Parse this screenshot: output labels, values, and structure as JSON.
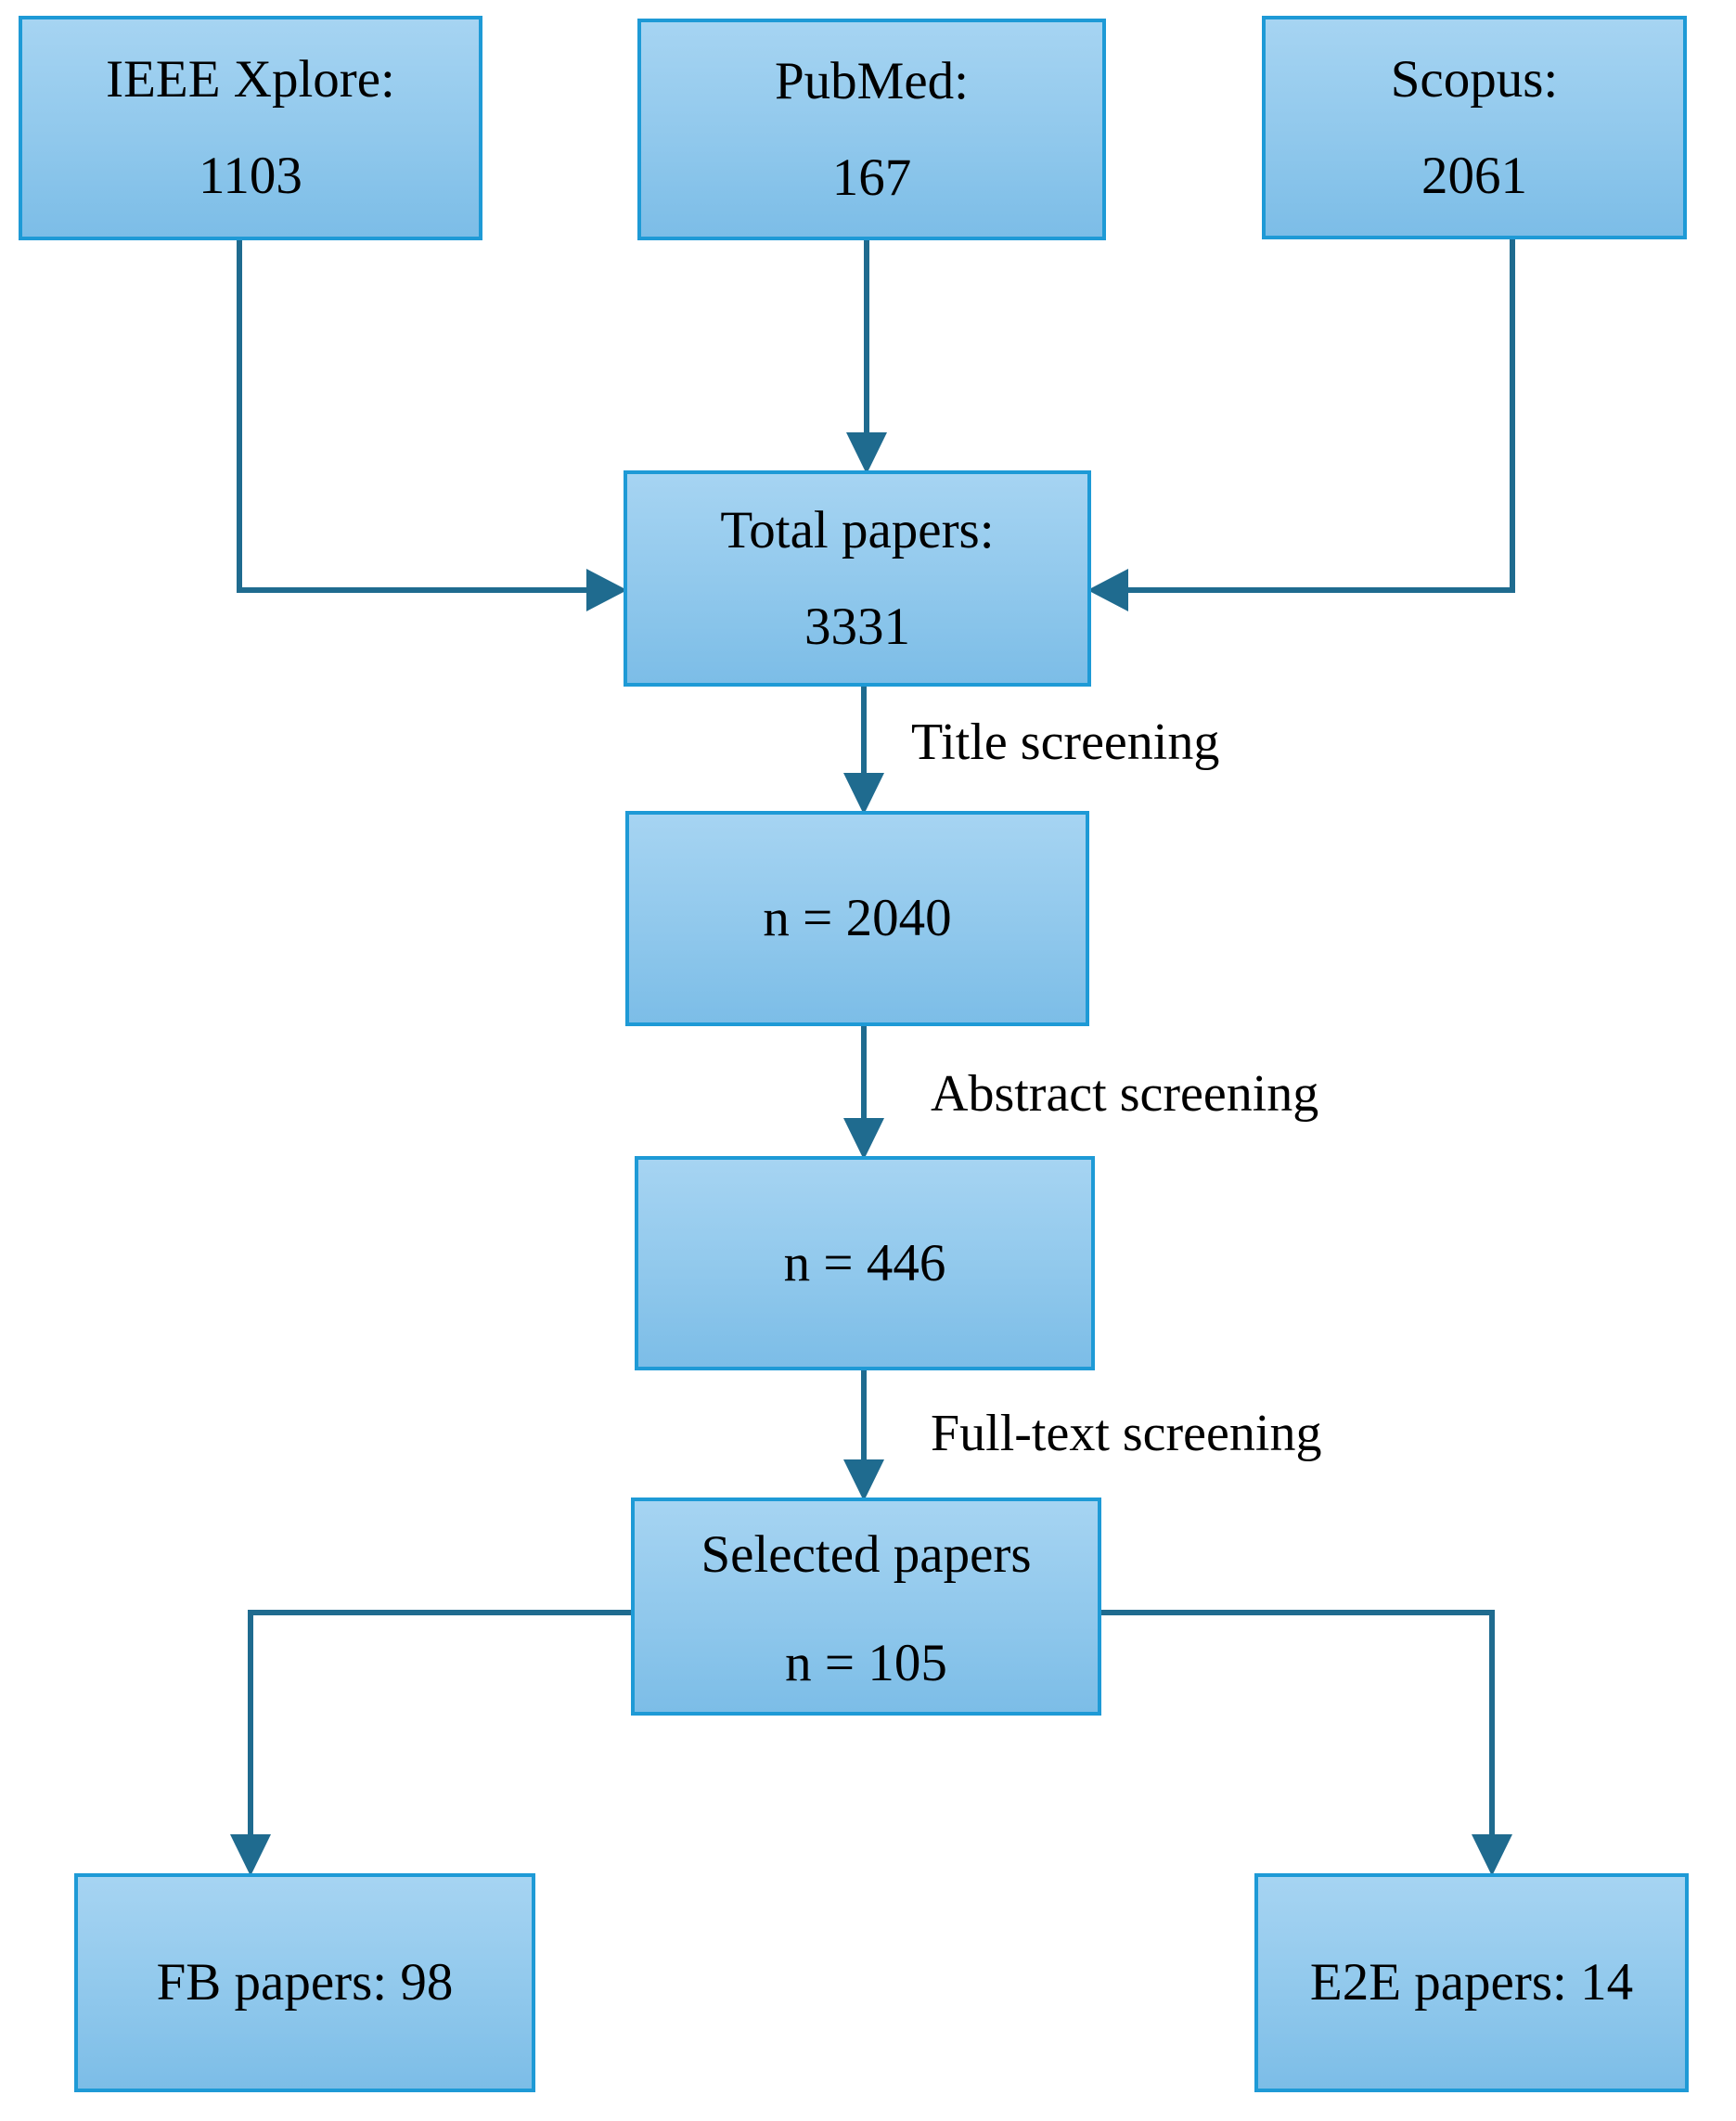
{
  "diagram": {
    "boxes": {
      "ieee": {
        "line1": "IEEE Xplore:",
        "line2": "1103"
      },
      "pubmed": {
        "line1": "PubMed:",
        "line2": "167"
      },
      "scopus": {
        "line1": "Scopus:",
        "line2": "2061"
      },
      "total": {
        "line1": "Total papers:",
        "line2": "3331"
      },
      "n2040": {
        "line1": "n = 2040"
      },
      "n446": {
        "line1": "n = 446"
      },
      "selected": {
        "line1": "Selected papers",
        "line2": "n = 105"
      },
      "fb": {
        "line1": "FB papers: 98"
      },
      "e2e": {
        "line1": "E2E papers: 14"
      }
    },
    "edge_labels": {
      "title": "Title screening",
      "abstract": "Abstract screening",
      "fulltext": "Full-text screening"
    },
    "colors": {
      "box_border": "#1e9ad6",
      "box_fill_top": "#a6d4f2",
      "box_fill_bottom": "#7cbde7",
      "connector": "#1f6b8f",
      "text": "#000000",
      "background": "#ffffff"
    }
  }
}
